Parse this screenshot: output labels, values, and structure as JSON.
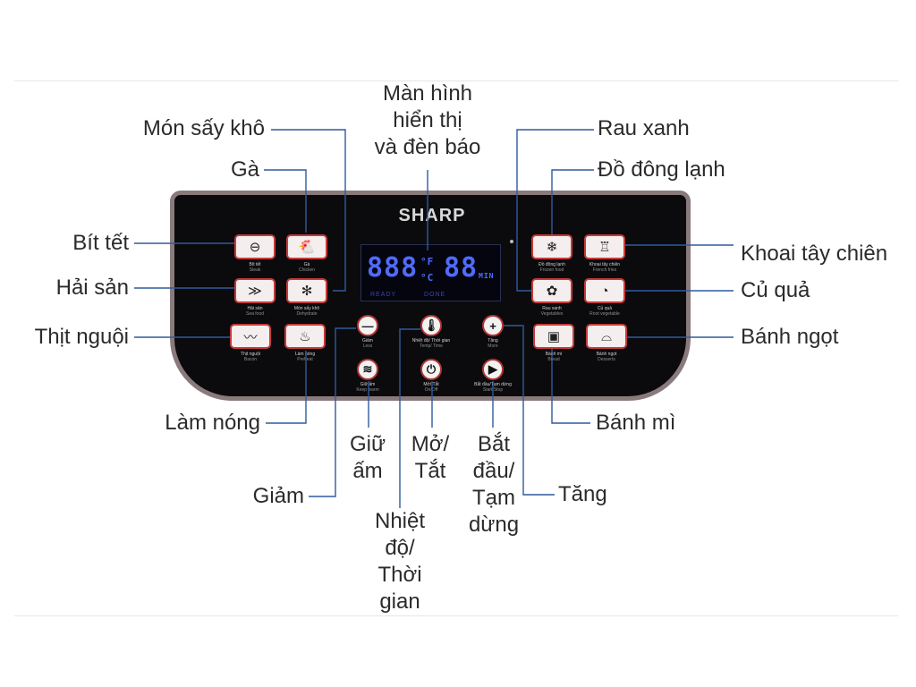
{
  "brand": "SHARP",
  "display": {
    "temp": "888",
    "temp_unit_top": "°F",
    "temp_unit_bottom": "°C",
    "time": "88",
    "time_suffix": "MIN",
    "left_label": "READY",
    "right_label": "DONE"
  },
  "callouts": {
    "man_hinh": "Màn hình\nhiển thị\nvà đèn báo",
    "mon_say_kho": "Món sấy khô",
    "ga": "Gà",
    "bit_tet": "Bít tết",
    "hai_san": "Hải sản",
    "thit_nguoi": "Thịt nguội",
    "lam_nong": "Làm nóng",
    "giu_am": "Giữ\nấm",
    "mo_tat": "Mở/\nTắt",
    "bat_dau": "Bắt\nđầu/\nTạm\ndừng",
    "tang": "Tăng",
    "giam": "Giảm",
    "nhiet_do": "Nhiệt\nđộ/\nThời\ngian",
    "rau_xanh": "Rau xanh",
    "do_dong_lanh": "Đồ đông lạnh",
    "khoai_tay": "Khoai tây chiên",
    "cu_qua": "Củ quả",
    "banh_ngot": "Bánh ngọt",
    "banh_mi": "Bánh mì"
  },
  "keys": {
    "steak": {
      "vi": "Bít tết",
      "en": "Steak"
    },
    "chicken": {
      "vi": "Gà",
      "en": "Chicken"
    },
    "seafood": {
      "vi": "Hải sản",
      "en": "Sea food"
    },
    "dehydrate": {
      "vi": "Món sấy khô",
      "en": "Dehydrate"
    },
    "bacon": {
      "vi": "Thịt nguội",
      "en": "Bacon"
    },
    "preheat": {
      "vi": "Làm nóng",
      "en": "Preheat"
    },
    "frozen": {
      "vi": "Đồ đông lạnh",
      "en": "Frozen food"
    },
    "fries": {
      "vi": "Khoai tây chiên",
      "en": "French fries"
    },
    "veg": {
      "vi": "Rau xanh",
      "en": "Vegetables"
    },
    "root": {
      "vi": "Củ quả",
      "en": "Root vegetable"
    },
    "bread": {
      "vi": "Bánh mì",
      "en": "Bread"
    },
    "desserts": {
      "vi": "Bánh ngọt",
      "en": "Desserts"
    },
    "minus": {
      "vi": "Giảm",
      "en": "Less"
    },
    "temptime": {
      "vi": "Nhiệt độ/ Thời gian",
      "en": "Temp/ Time"
    },
    "plus": {
      "vi": "Tăng",
      "en": "More"
    },
    "keepwarm": {
      "vi": "Giữ ấm",
      "en": "Keep warm"
    },
    "power": {
      "vi": "Mở/ Tắt",
      "en": "On/Off"
    },
    "start": {
      "vi": "Bắt đầu/Tạm dừng",
      "en": "Start/Stop"
    }
  },
  "icons": {
    "steak": "steak-icon",
    "chicken": "chicken-icon",
    "seafood": "fish-icon",
    "dehydrate": "fan-icon",
    "bacon": "bacon-icon",
    "preheat": "heater-icon",
    "frozen": "snowflake-icon",
    "fries": "fries-icon",
    "veg": "broccoli-icon",
    "root": "root-vegetable-icon",
    "bread": "bread-icon",
    "desserts": "cake-icon",
    "minus": "minus-icon",
    "temptime": "thermometer-icon",
    "plus": "plus-icon",
    "keepwarm": "keep-warm-icon",
    "power": "power-icon",
    "start": "play-pause-icon"
  },
  "colors": {
    "panel": "#0b0b0d",
    "key_border": "#c63a3a",
    "display": "#4f6bff",
    "leader": "#2f5a9e"
  }
}
